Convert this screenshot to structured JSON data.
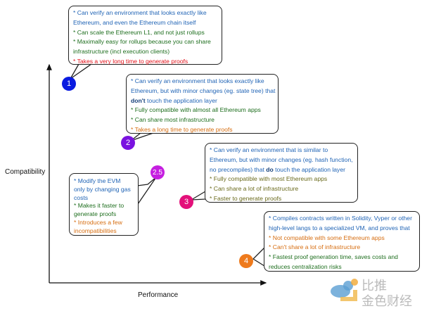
{
  "axes": {
    "y_label": "Compatibility",
    "x_label": "Performance"
  },
  "points": [
    {
      "label": "1",
      "color": "#0a1be0"
    },
    {
      "label": "2",
      "color": "#7a12e0"
    },
    {
      "label": "2.5",
      "color": "#c51fe0"
    },
    {
      "label": "3",
      "color": "#e3107a"
    },
    {
      "label": "4",
      "color": "#ee7a1c"
    }
  ],
  "callouts": {
    "p1": [
      "* Can verify an environment that looks exactly like",
      "Ethereum, and even the Ethereum chain itself",
      "* Can scale the Ethereum L1, and not just rollups",
      "* Maximally easy for rollups because you can share",
      "infrastructure (incl execution clients)",
      "* Takes a very long time to generate proofs"
    ],
    "p2": [
      "* Can verify an environment that looks exactly like",
      "Ethereum, but with minor changes (eg. state tree) that",
      "don't",
      " touch the application layer",
      "* Fully compatible with almost all Ethereum apps",
      "* Can share most infrastructure",
      "* Takes a long time to generate proofs"
    ],
    "p25": [
      "* Modify the EVM",
      "only by changing gas",
      "costs",
      "* Makes it faster to",
      "generate proofs",
      "* Introduces a few",
      "incompatibilities"
    ],
    "p3": [
      "* Can verify an environment that is similar to",
      "Ethereum, but with minor changes (eg. hash function,",
      "no precompiles) that ",
      "do",
      " touch the application layer",
      "* Fully compatible with most Ethereum apps",
      "* Can share a lot of infrastructure",
      "* Faster to generate proofs"
    ],
    "p4": [
      "* Compiles contracts written in Solidity, Vyper or other",
      "high-level langs to a specialized VM, and proves that",
      "* Not compatible with some Ethereum apps",
      "* Can't share a lot of infrastructure",
      "* Fastest proof generation time, saves costs and",
      "reduces centralization risks"
    ]
  },
  "watermark": "比推 金色财经"
}
